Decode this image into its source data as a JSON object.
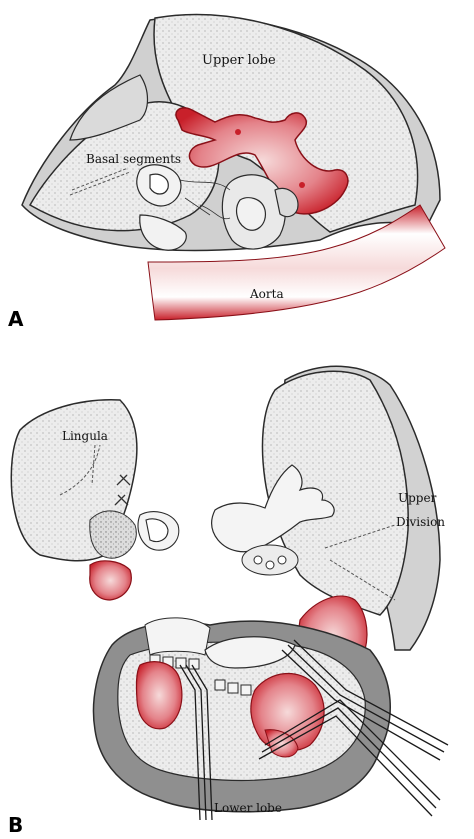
{
  "panel_a": {
    "letter": "A",
    "labels": {
      "upper_lobe": "Upper lobe",
      "basal_segments": "Basal segments",
      "aorta": "Aorta"
    }
  },
  "panel_b": {
    "letter": "B",
    "labels": {
      "lingula": "Lingula",
      "upper": "Upper",
      "division": "Division",
      "lower_lobe": "Lower lobe"
    }
  },
  "colors": {
    "lung_fill": "#e8e8e8",
    "lung_shadow": "#c9c9c9",
    "vessel_red": "#c8202a",
    "vessel_light": "#f1c6c6",
    "lower_lobe_gray": "#8f8f8f",
    "outline": "#2b2b2b"
  }
}
